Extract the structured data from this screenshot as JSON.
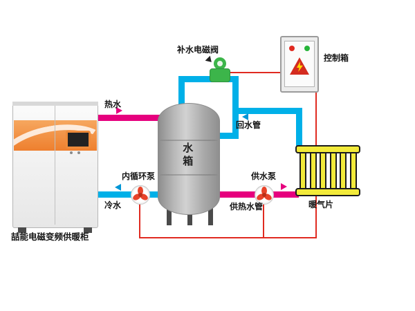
{
  "labels": {
    "hot_water": "热水",
    "cold_water": "冷水",
    "makeup_valve": "补水电磁阀",
    "control_box": "控制箱",
    "return_pipe": "回水管",
    "tank": "水箱",
    "inner_pump": "内循环泵",
    "supply_pump": "供水泵",
    "hot_supply_pipe": "供热水管",
    "radiator": "暖气片",
    "cabinet": "喆能电磁变频供暖柜"
  },
  "colors": {
    "hot_pipe": "#e6007e",
    "cold_pipe": "#00b0e8",
    "control_wire": "#e02a20",
    "radiator_fill": "#f2ea3a",
    "valve_green": "#3cb54a",
    "cabinet_accent": "#ef8b3a",
    "indicator_red": "#e02a20",
    "indicator_green": "#27b53a"
  }
}
